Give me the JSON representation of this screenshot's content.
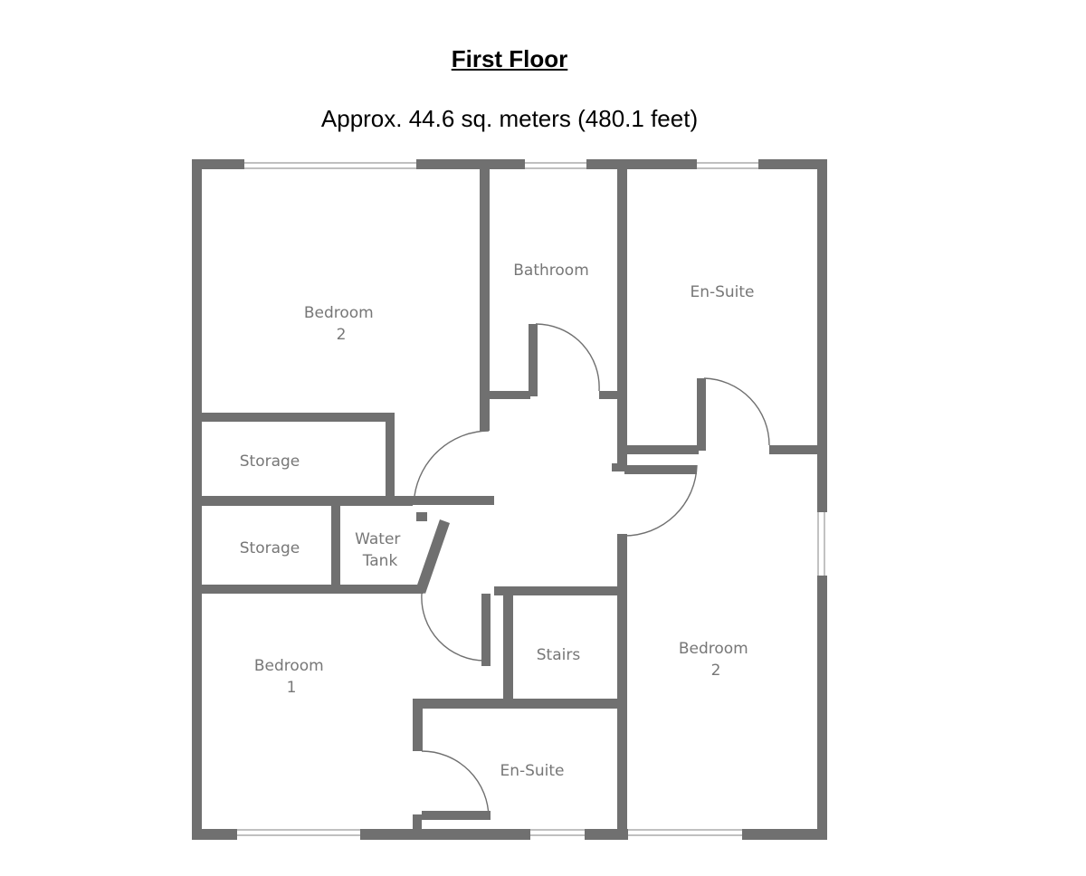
{
  "header": {
    "title": "First Floor",
    "subtitle": "Approx. 44.6 sq. meters (480.1 feet)"
  },
  "rooms": {
    "bedroom2_top": [
      "Bedroom",
      "2"
    ],
    "bathroom": [
      "Bathroom"
    ],
    "ensuite_top": [
      "En-Suite"
    ],
    "storage_upper": [
      "Storage"
    ],
    "storage_lower": [
      "Storage"
    ],
    "water_tank": [
      "Water",
      "Tank"
    ],
    "bedroom1": [
      "Bedroom",
      "1"
    ],
    "stairs": [
      "Stairs"
    ],
    "bedroom2_right": [
      "Bedroom",
      "2"
    ],
    "ensuite_bottom": [
      "En-Suite"
    ]
  },
  "colors": {
    "wall": "#707070",
    "window": "#9a9a9a",
    "label": "#777777"
  }
}
